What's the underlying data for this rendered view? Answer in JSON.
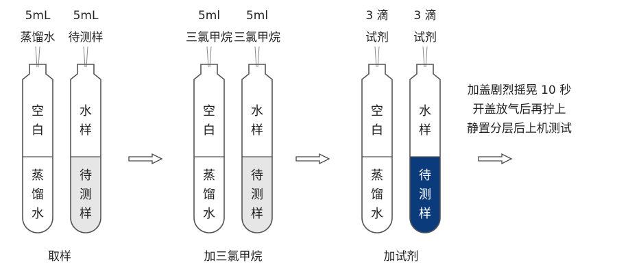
{
  "steps": [
    {
      "caption": "取样",
      "tubes": [
        {
          "reagent_amount": "5mL",
          "reagent_name": "蒸馏水",
          "top_text": [
            "空",
            "白"
          ],
          "bottom_text": [
            "蒸",
            "馏",
            "水"
          ]
        },
        {
          "reagent_amount": "5mL",
          "reagent_name": "待测样",
          "top_text": [
            "水",
            "样"
          ],
          "bottom_text": [
            "待",
            "测",
            "样"
          ]
        }
      ]
    },
    {
      "caption": "加三氯甲烷",
      "tubes": [
        {
          "reagent_amount": "5ml",
          "reagent_name": "三氯甲烷",
          "top_text": [
            "空",
            "白"
          ],
          "bottom_text": [
            "蒸",
            "馏",
            "水"
          ]
        },
        {
          "reagent_amount": "5ml",
          "reagent_name": "三氯甲烷",
          "top_text": [
            "水",
            "样"
          ],
          "bottom_text": [
            "待",
            "测",
            "样"
          ]
        }
      ]
    },
    {
      "caption": "加试剂",
      "tubes": [
        {
          "reagent_amount": "3 滴",
          "reagent_name": "试剂",
          "top_text": [
            "空",
            "白"
          ],
          "bottom_text": [
            "蒸",
            "馏",
            "水"
          ]
        },
        {
          "reagent_amount": "3 滴",
          "reagent_name": "试剂",
          "top_text": [
            "水",
            "样"
          ],
          "bottom_text": [
            "待",
            "测",
            "样"
          ]
        }
      ]
    }
  ],
  "final_instruction": [
    "加盖剧烈摇晃 10 秒",
    "开盖放气后再拧上",
    "静置分层后上机测试"
  ],
  "colors": {
    "outline": "#555555",
    "text": "#222222",
    "gray_fill": "#e6e6e6",
    "blue_fill": "#0b3b7a",
    "blue_text": "#ffffff",
    "arrow": "#444444"
  },
  "icons": {
    "arrow": "right-arrow-icon",
    "dropper": "dropper-tip-icon"
  }
}
